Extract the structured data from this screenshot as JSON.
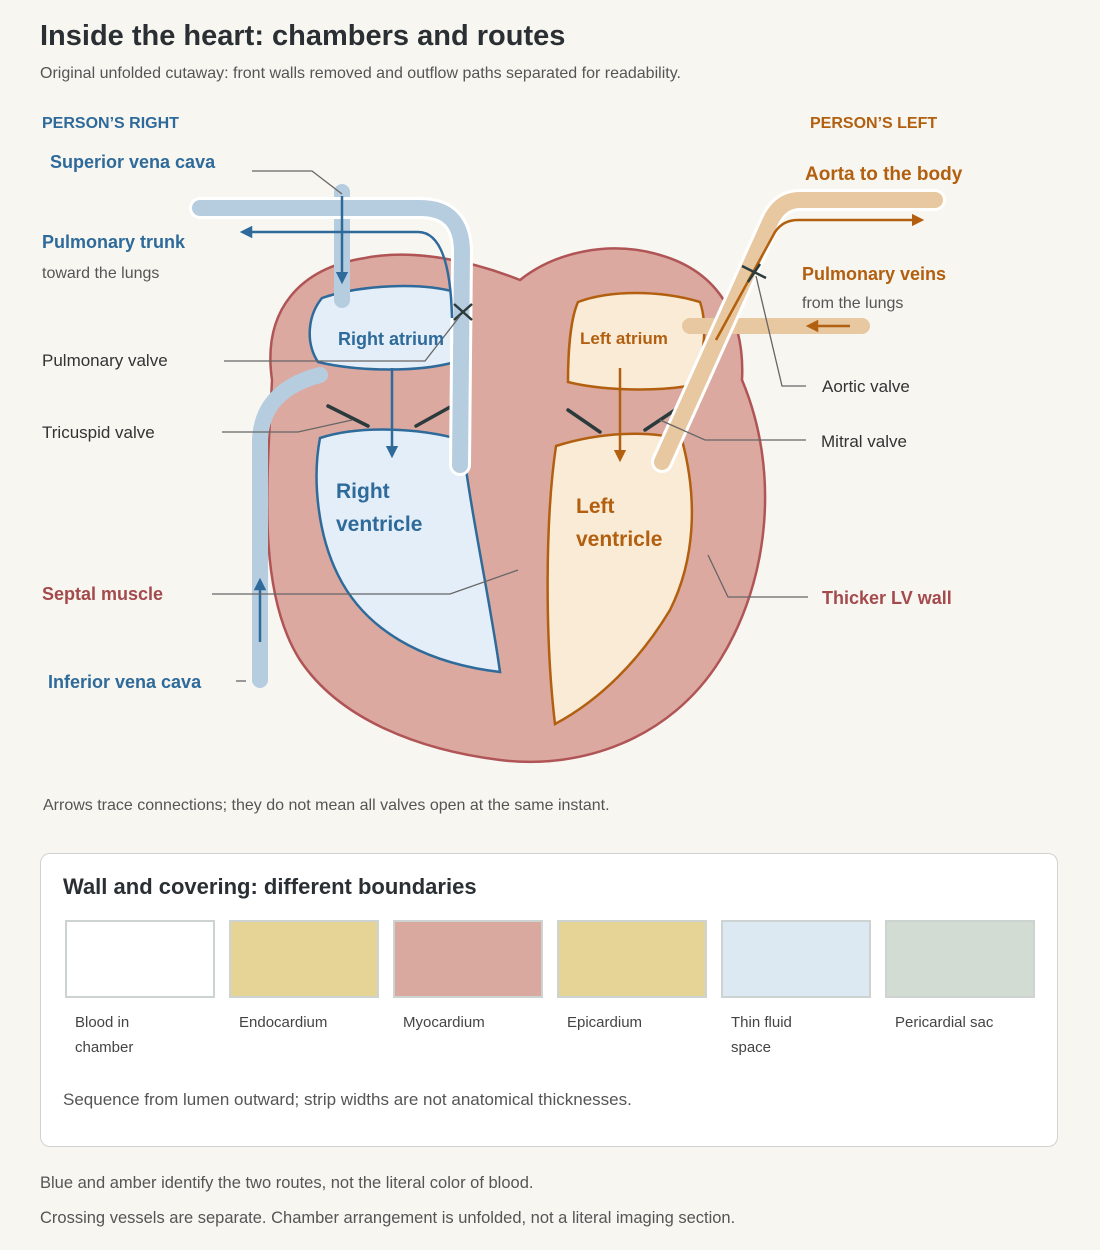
{
  "title": "Inside the heart: chambers and routes",
  "subtitle": "Original unfolded cutaway: front walls removed and outflow paths separated for readability.",
  "side_labels": {
    "right": "PERSON’S RIGHT",
    "left": "PERSON’S LEFT"
  },
  "labels": {
    "superior_vena_cava": "Superior vena cava",
    "pulmonary_trunk": "Pulmonary trunk",
    "pulmonary_trunk_sub": "toward the lungs",
    "pulmonary_valve": "Pulmonary valve",
    "tricuspid_valve": "Tricuspid valve",
    "septal_muscle": "Septal muscle",
    "inferior_vena_cava": "Inferior vena cava",
    "aorta": "Aorta to the body",
    "pulmonary_veins": "Pulmonary veins",
    "pulmonary_veins_sub": "from the lungs",
    "aortic_valve": "Aortic valve",
    "mitral_valve": "Mitral valve",
    "thicker_lv_wall": "Thicker LV wall"
  },
  "chambers": {
    "right_atrium": "Right atrium",
    "right_ventricle_1": "Right",
    "right_ventricle_2": "ventricle",
    "left_atrium": "Left atrium",
    "left_ventricle_1": "Left",
    "left_ventricle_2": "ventricle"
  },
  "arrows_note": "Arrows trace connections; they do not mean all valves open at the same instant.",
  "legend": {
    "title": "Wall and covering: different boundaries",
    "items": [
      {
        "line1": "Blood in",
        "line2": "chamber",
        "color": "#ffffff"
      },
      {
        "line1": "Endocardium",
        "line2": "",
        "color": "#e6d496"
      },
      {
        "line1": "Myocardium",
        "line2": "",
        "color": "#d9a89f"
      },
      {
        "line1": "Epicardium",
        "line2": "",
        "color": "#e6d496"
      },
      {
        "line1": "Thin fluid",
        "line2": "space",
        "color": "#dce8f2"
      },
      {
        "line1": "Pericardial sac",
        "line2": "",
        "color": "#d3dcd3"
      }
    ],
    "note": "Sequence from lumen outward; strip widths are not anatomical thicknesses."
  },
  "footnotes": {
    "line1": "Blue and amber identify the two routes, not the literal color of blood.",
    "line2": "Crossing vessels are separate. Chamber arrangement is unfolded, not a literal imaging section."
  },
  "colors": {
    "right_route": "#2e6a9a",
    "left_route": "#b2600f",
    "muscle": "#dba9a0",
    "muscle_edge": "#b05456",
    "right_fill": "#e3eef8",
    "left_fill": "#faebd7",
    "right_vessel": "#b6cde0",
    "left_vessel": "#e8c8a0"
  }
}
